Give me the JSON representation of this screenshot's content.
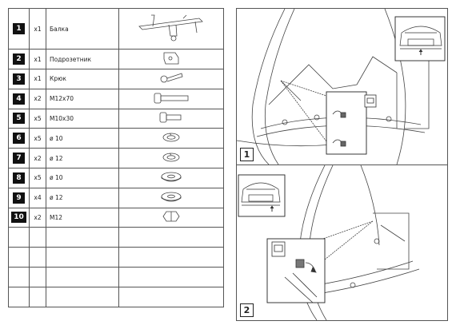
{
  "parts": [
    {
      "num": "1",
      "qty": "x1",
      "name": "Балка",
      "icon": "tow-beam-icon"
    },
    {
      "num": "2",
      "qty": "x1",
      "name": "Подрозетник",
      "icon": "socket-bracket-icon"
    },
    {
      "num": "3",
      "qty": "x1",
      "name": "Крюк",
      "icon": "hook-icon"
    },
    {
      "num": "4",
      "qty": "x2",
      "name": "M12x70",
      "icon": "long-bolt-icon"
    },
    {
      "num": "5",
      "qty": "x5",
      "name": "M10x30",
      "icon": "short-bolt-icon"
    },
    {
      "num": "6",
      "qty": "x5",
      "name": "ø 10",
      "icon": "spring-washer-icon"
    },
    {
      "num": "7",
      "qty": "x2",
      "name": "ø 12",
      "icon": "spring-washer-icon"
    },
    {
      "num": "8",
      "qty": "x5",
      "name": "ø 10",
      "icon": "flat-washer-icon"
    },
    {
      "num": "9",
      "qty": "x4",
      "name": "ø 12",
      "icon": "flat-washer-icon"
    },
    {
      "num": "10",
      "qty": "x2",
      "name": "M12",
      "icon": "nut-icon"
    }
  ],
  "empty_rows": 4,
  "steps": [
    {
      "label": "1"
    },
    {
      "label": "2"
    }
  ]
}
